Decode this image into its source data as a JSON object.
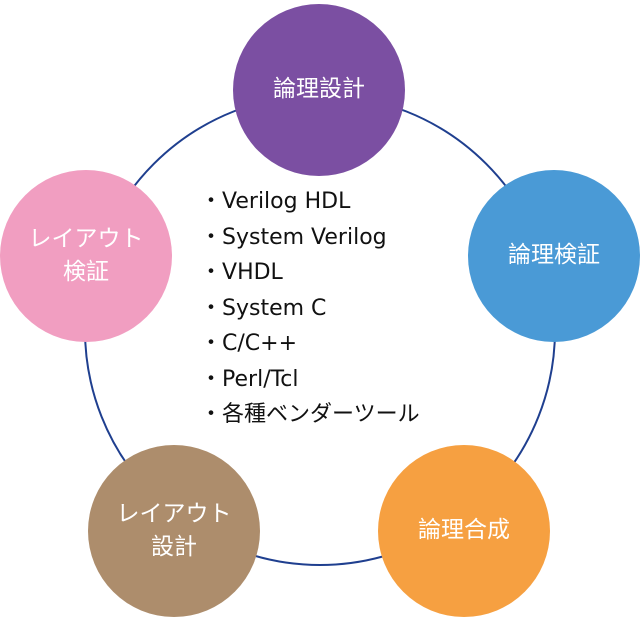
{
  "nodes": {
    "logic_design": {
      "lines": [
        "論理設計"
      ],
      "color": "#7b4fa2"
    },
    "logic_verification": {
      "lines": [
        "論理検証"
      ],
      "color": "#4a9ad6"
    },
    "logic_synthesis": {
      "lines": [
        "論理合成"
      ],
      "color": "#f6a041"
    },
    "layout_design": {
      "lines": [
        "レイアウト",
        "設計"
      ],
      "color": "#ad8d6c"
    },
    "layout_verification": {
      "lines": [
        "レイアウト",
        "検証"
      ],
      "color": "#f19ec1"
    }
  },
  "cycle_line_color": "#1f3f8f",
  "tools": [
    "Verilog HDL",
    "System Verilog",
    "VHDL",
    "System C",
    "C/C++",
    "Perl/Tcl",
    "各種ベンダーツール"
  ]
}
